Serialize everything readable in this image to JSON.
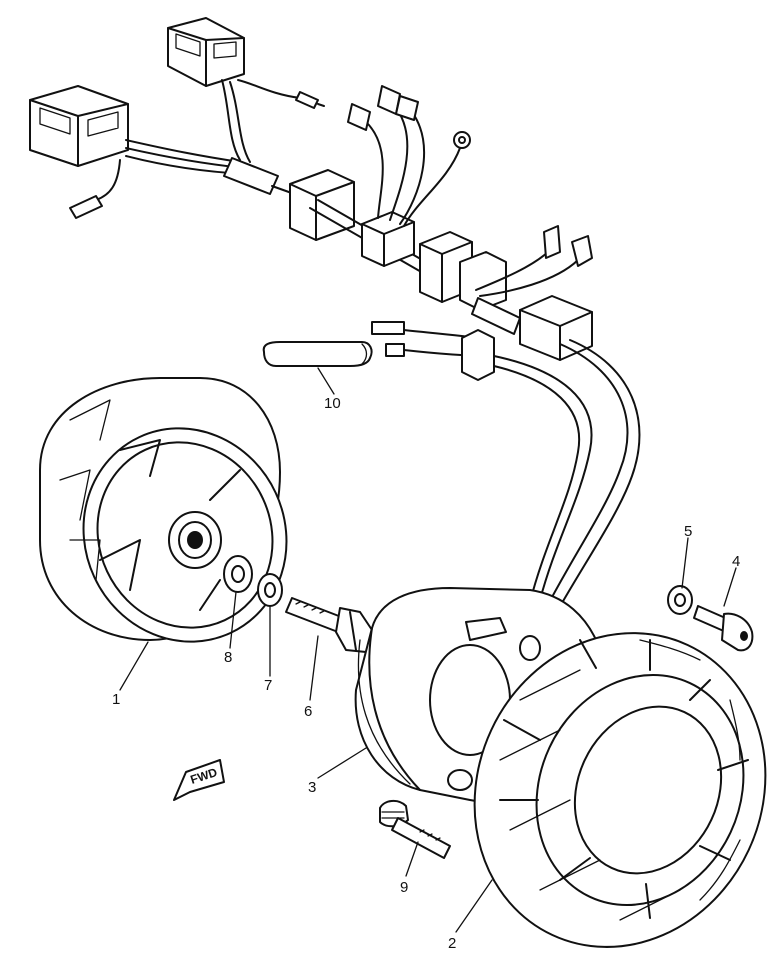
{
  "diagram": {
    "fwd_label": "FWD",
    "callouts": [
      "1",
      "2",
      "3",
      "4",
      "5",
      "6",
      "7",
      "8",
      "9",
      "10"
    ],
    "parts": [
      {
        "callout": "1",
        "icon": "rotor-icon"
      },
      {
        "callout": "2",
        "icon": "stator-coil-icon"
      },
      {
        "callout": "3",
        "icon": "stator-base-icon"
      },
      {
        "callout": "4",
        "icon": "screw-icon"
      },
      {
        "callout": "5",
        "icon": "washer-icon"
      },
      {
        "callout": "6",
        "icon": "bolt-icon"
      },
      {
        "callout": "7",
        "icon": "washer-icon"
      },
      {
        "callout": "8",
        "icon": "washer-icon"
      },
      {
        "callout": "9",
        "icon": "bolt-icon"
      },
      {
        "callout": "10",
        "icon": "tube-icon"
      }
    ]
  }
}
